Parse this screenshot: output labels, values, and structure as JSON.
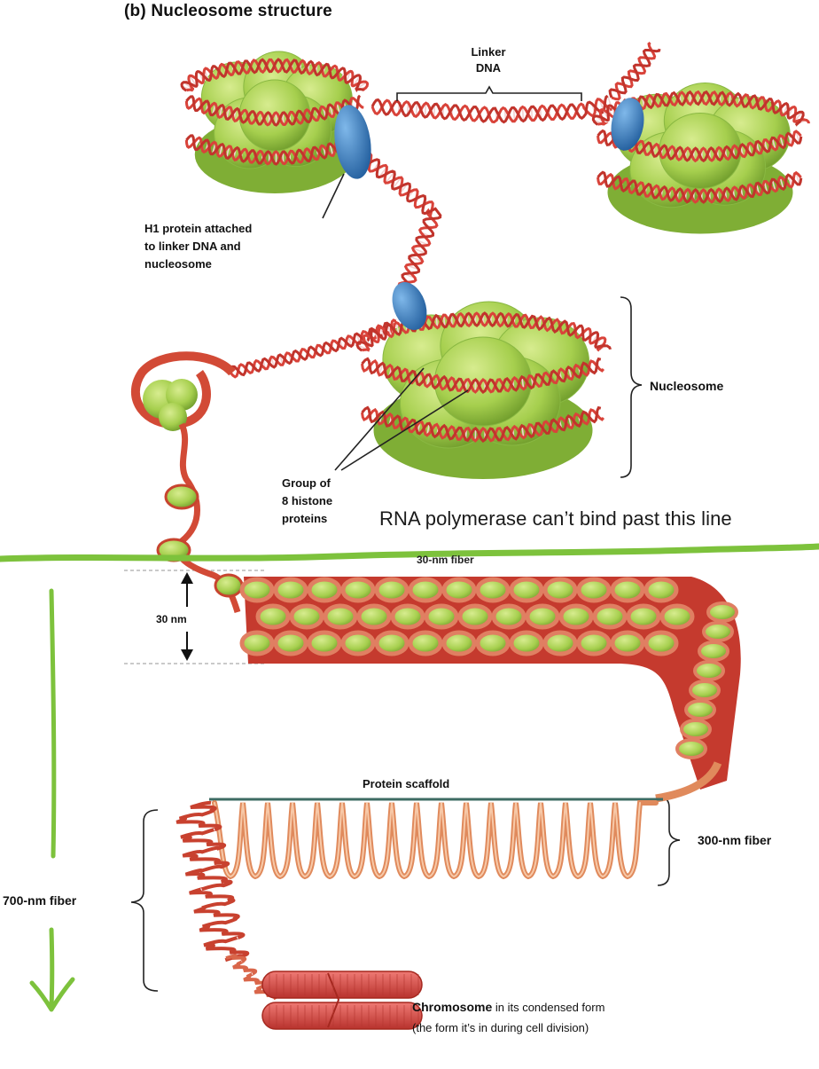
{
  "figure": {
    "title": "(b) Nucleosome structure",
    "labels": {
      "linker_dna_line1": "Linker",
      "linker_dna_line2": "DNA",
      "h1_line1": "H1 protein attached",
      "h1_line2": "to linker DNA and",
      "h1_line3": "nucleosome",
      "nucleosome": "Nucleosome",
      "group_line1": "Group of",
      "group_line2": "8 histone",
      "group_line3": "proteins",
      "fiber_30nm_partial": "30-nm fiber",
      "dimension_30nm": "30 nm",
      "protein_scaffold": "Protein scaffold",
      "fiber_300nm": "300-nm fiber",
      "fiber_700nm": "700-nm fiber",
      "chromosome_bold": "Chromosome",
      "chromosome_rest": " in its condensed form",
      "chromosome_line2": "(the form it’s in during cell division)"
    },
    "annotation": {
      "handwritten_note": "RNA polymerase can’t bind past this line",
      "annotation_color": "#7dc23c"
    },
    "colors": {
      "histone_green": "#a6cf4e",
      "dna_red": "#d9433a",
      "h1_blue": "#3b83c6",
      "scaffold_teal": "#3d6b63",
      "fiber_orange": "#e08a5c"
    }
  }
}
